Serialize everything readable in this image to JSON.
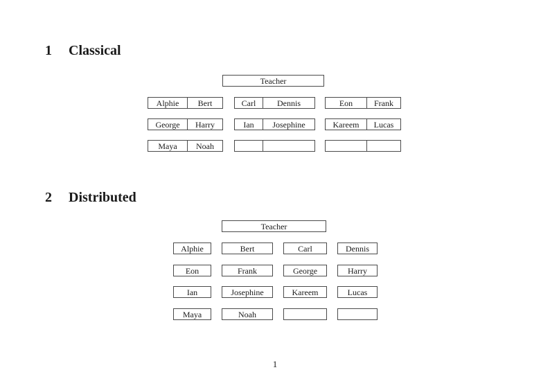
{
  "document": {
    "page_number": "1"
  },
  "sections": [
    {
      "number": "1",
      "title": "Classical",
      "teacher_label": "Teacher",
      "rows": [
        [
          [
            "Alphie",
            "Bert"
          ],
          [
            "Carl",
            "Dennis"
          ],
          [
            "Eon",
            "Frank"
          ]
        ],
        [
          [
            "George",
            "Harry"
          ],
          [
            "Ian",
            "Josephine"
          ],
          [
            "Kareem",
            "Lucas"
          ]
        ],
        [
          [
            "Maya",
            "Noah"
          ],
          [
            "",
            ""
          ],
          [
            "",
            ""
          ]
        ]
      ]
    },
    {
      "number": "2",
      "title": "Distributed",
      "teacher_label": "Teacher",
      "rows": [
        [
          "Alphie",
          "Bert",
          "Carl",
          "Dennis"
        ],
        [
          "Eon",
          "Frank",
          "George",
          "Harry"
        ],
        [
          "Ian",
          "Josephine",
          "Kareem",
          "Lucas"
        ],
        [
          "Maya",
          "Noah",
          "",
          ""
        ]
      ]
    }
  ]
}
